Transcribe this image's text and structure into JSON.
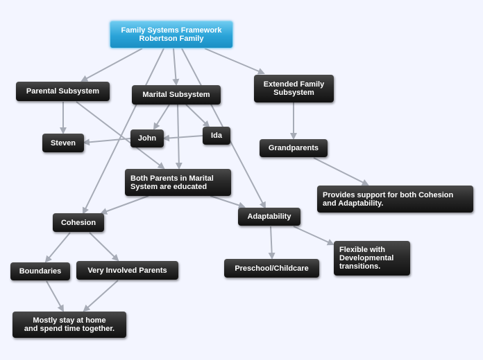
{
  "diagram": {
    "colors": {
      "edge": "#a6abb6",
      "node": "#222222",
      "root": "#2aa3d8",
      "text": "#ffffff"
    },
    "nodes": {
      "root": "Family Systems Framework\nRobertson Family",
      "parental": "Parental Subsystem",
      "marital": "Marital Subsystem",
      "extended": "Extended Family\nSubsystem",
      "steven": "Steven",
      "john": "John",
      "ida": "Ida",
      "grandparents": "Grandparents",
      "educated": "Both Parents in Marital\nSystem are educated",
      "support": "Provides support for both Cohesion\nand Adaptability.",
      "cohesion": "Cohesion",
      "adaptability": "Adaptability",
      "boundaries": "Boundaries",
      "involved": "Very Involved Parents",
      "preschool": "Preschool/Childcare",
      "flexible": "Flexible with\nDevelopmental\ntransitions.",
      "home": "Mostly stay at home\nand spend time together."
    }
  }
}
